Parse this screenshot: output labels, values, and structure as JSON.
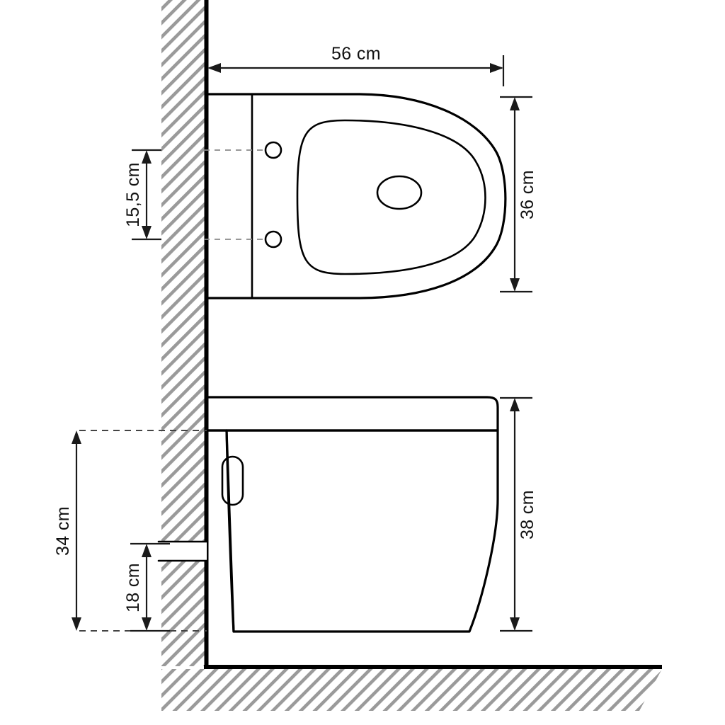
{
  "drawing": {
    "title": "Wall-hung toilet installation drawing",
    "subject": "wall-hung-toilet",
    "views": [
      {
        "id": "top-view",
        "name": "Top view of toilet bowl"
      },
      {
        "id": "side-view",
        "name": "Side elevation of toilet"
      }
    ],
    "background_color": "#ffffff",
    "line_color": "#000000",
    "hatch_color": "#9a9a9a"
  },
  "dimensions": {
    "depth": {
      "label": "56 cm",
      "value": 56,
      "unit": "cm",
      "orientation": "horizontal",
      "view": "top-view",
      "name": "overall-depth"
    },
    "bolt_spacing": {
      "label": "15,5 cm",
      "value": 15.5,
      "unit": "cm",
      "orientation": "vertical",
      "view": "top-view",
      "name": "mounting-bolt-spacing"
    },
    "width": {
      "label": "36 cm",
      "value": 36,
      "unit": "cm",
      "orientation": "vertical",
      "view": "top-view",
      "name": "overall-width"
    },
    "seat_height": {
      "label": "34 cm",
      "value": 34,
      "unit": "cm",
      "orientation": "vertical",
      "view": "side-view",
      "name": "rim-height-above-base"
    },
    "outlet_height": {
      "label": "18 cm",
      "value": 18,
      "unit": "cm",
      "orientation": "vertical",
      "view": "side-view",
      "name": "waste-outlet-height"
    },
    "body_height": {
      "label": "38 cm",
      "value": 38,
      "unit": "cm",
      "orientation": "vertical",
      "view": "side-view",
      "name": "overall-body-height"
    }
  },
  "features": {
    "wall": "hatched-wall-section",
    "floor": "hatched-floor-section",
    "mounting_holes": 2,
    "waste_outlet": "wall-outlet-opening",
    "side_detail": "oval-recess"
  }
}
